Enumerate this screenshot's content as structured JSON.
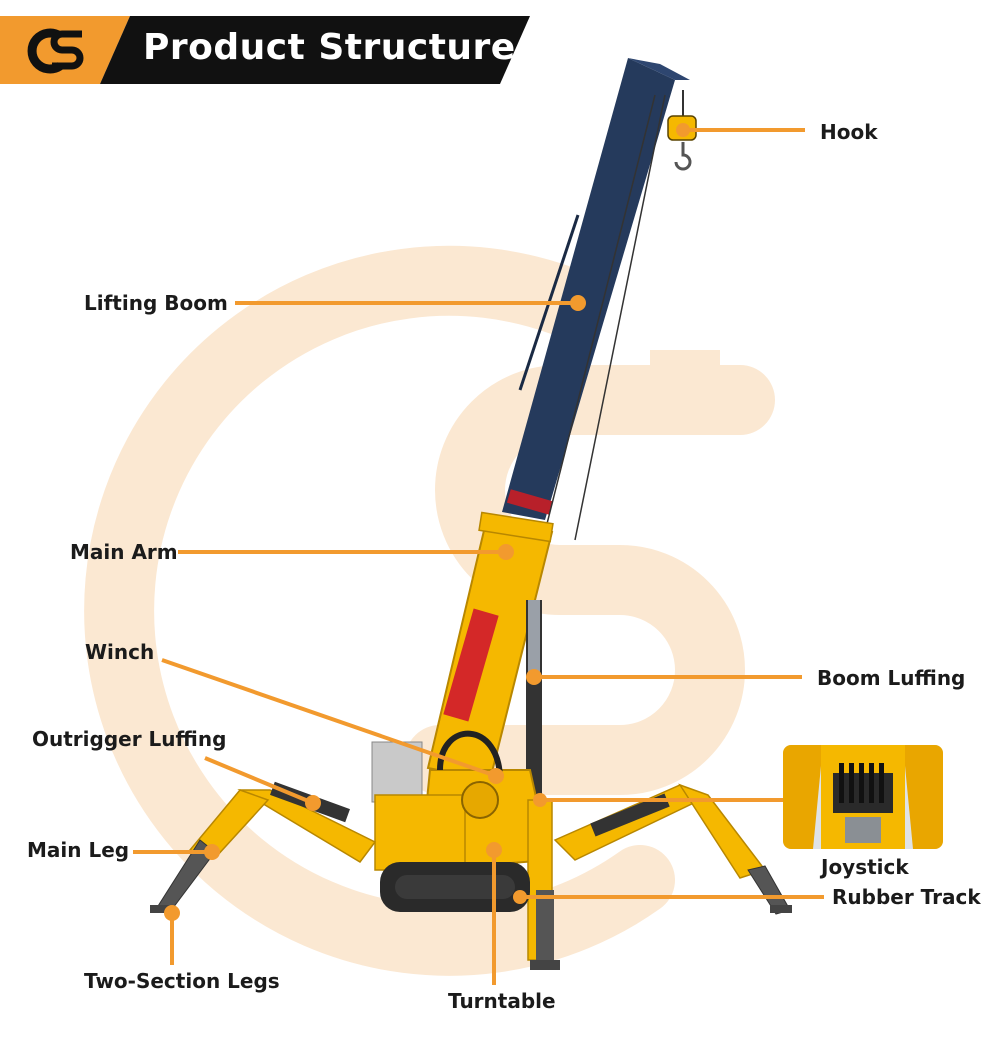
{
  "header": {
    "title": "Product Structure",
    "logo": "CS"
  },
  "colors": {
    "accent": "#f29a2e",
    "header_bg": "#111111",
    "boom": "#253a5c",
    "body": "#f5b800",
    "watermark": "#fbe8d2"
  },
  "labels": {
    "hook": "Hook",
    "lifting_boom": "Lifting Boom",
    "main_arm": "Main Arm",
    "winch": "Winch",
    "boom_luffing": "Boom Luffing",
    "outrigger_luffing": "Outrigger Luffing",
    "main_leg": "Main Leg",
    "joystick": "Joystick",
    "rubber_track": "Rubber Track",
    "two_section_legs": "Two-Section Legs",
    "turntable": "Turntable"
  }
}
